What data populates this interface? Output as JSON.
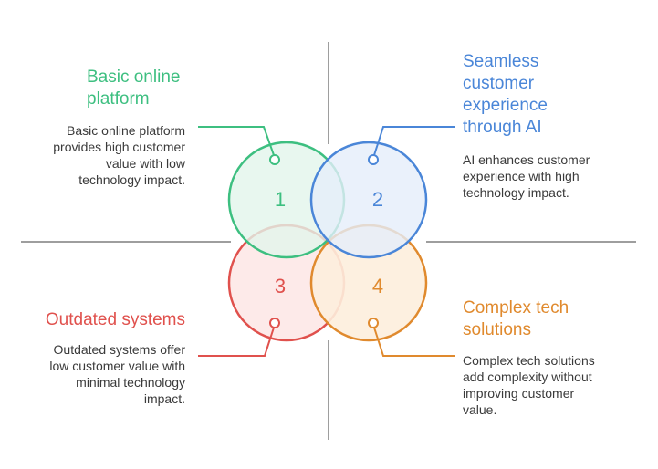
{
  "colors": {
    "q1": "#3dbf80",
    "q2": "#4a86d8",
    "q3": "#e0514d",
    "q4": "#e08a2e",
    "axis": "#9e9e9e"
  },
  "quadrants": [
    {
      "number": "1",
      "title_lines": [
        "Basic online",
        "platform"
      ],
      "description_lines": [
        "Basic online platform",
        "provides high customer",
        "value with low",
        "technology impact."
      ]
    },
    {
      "number": "2",
      "title_lines": [
        "Seamless",
        "customer",
        "experience",
        "through AI"
      ],
      "description_lines": [
        "AI enhances customer",
        "experience with high",
        "technology impact."
      ]
    },
    {
      "number": "3",
      "title_lines": [
        "Outdated systems"
      ],
      "description_lines": [
        "Outdated systems offer",
        "low customer value with",
        "minimal technology",
        "impact."
      ]
    },
    {
      "number": "4",
      "title_lines": [
        "Complex tech",
        "solutions"
      ],
      "description_lines": [
        "Complex tech solutions",
        "add complexity without",
        "improving customer",
        "value."
      ]
    }
  ]
}
